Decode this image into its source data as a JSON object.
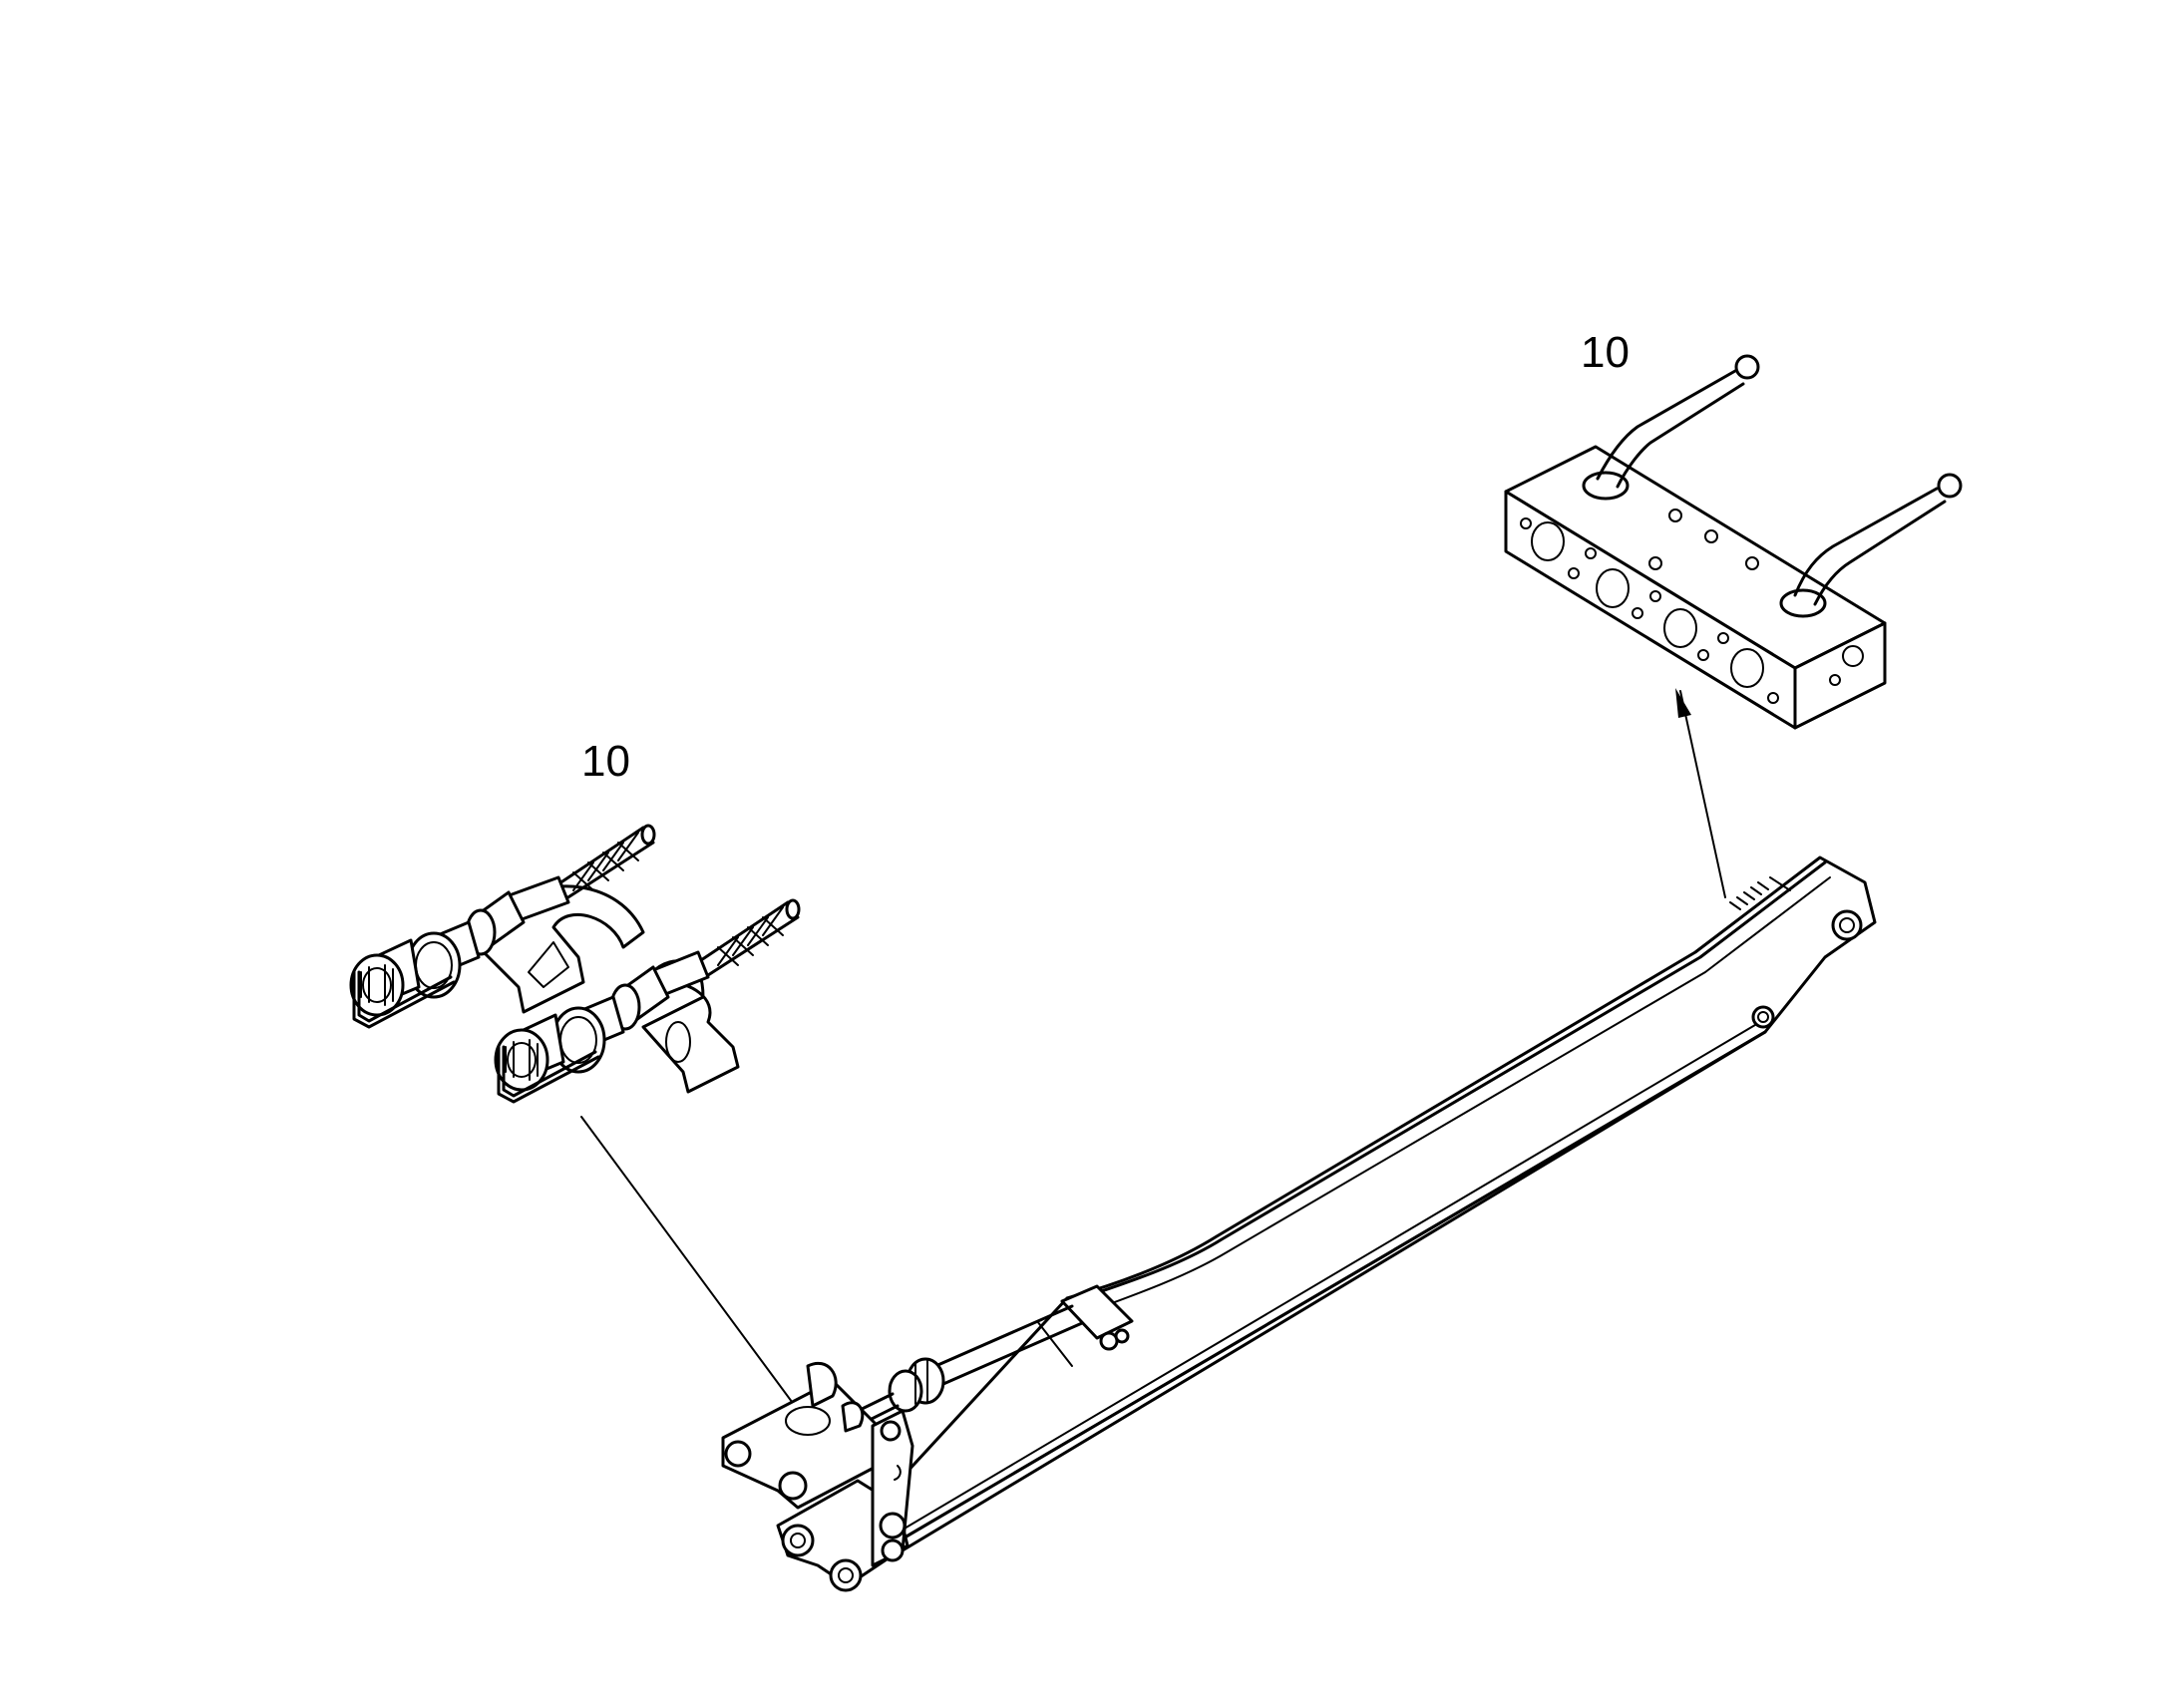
{
  "callouts": [
    {
      "id": "valve-block",
      "label": "10"
    },
    {
      "id": "quick-couplers",
      "label": "10"
    }
  ],
  "colors": {
    "line": "#000000",
    "background": "#ffffff"
  }
}
